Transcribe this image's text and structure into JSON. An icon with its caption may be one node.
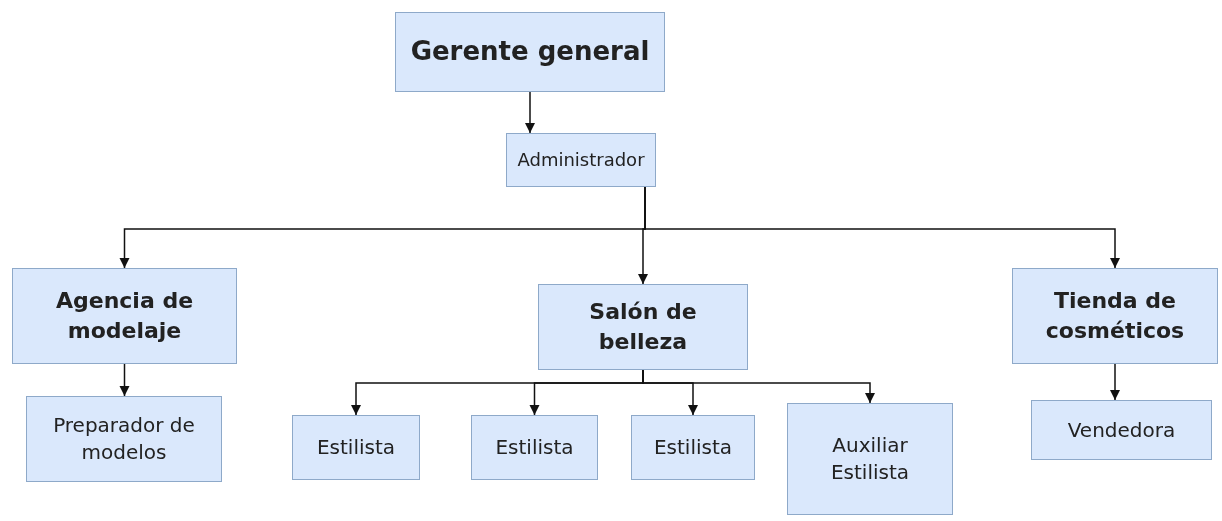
{
  "diagram": {
    "nodes": [
      {
        "text": [
          "Gerente general"
        ]
      },
      {
        "text": [
          "Administrador"
        ]
      },
      {
        "text": [
          "Agencia de modelaje"
        ]
      },
      {
        "text": [
          "Salón de belleza"
        ]
      },
      {
        "text": [
          "Tienda de cosméticos"
        ]
      },
      {
        "text": [
          "Preparador de modelos"
        ]
      },
      {
        "text": [
          "Estilista"
        ]
      },
      {
        "text": [
          "Estilista"
        ]
      },
      {
        "text": [
          "Estilista"
        ]
      },
      {
        "text": [
          "Auxiliar Estilista"
        ]
      },
      {
        "text": [
          "Vendedora"
        ]
      }
    ],
    "edges": [
      {
        "from": 0,
        "to": 1,
        "arrow": "to"
      },
      {
        "from": 1,
        "to": 2,
        "arrow": "to"
      },
      {
        "from": 1,
        "to": 3,
        "arrow": "to"
      },
      {
        "from": 1,
        "to": 4,
        "arrow": "to"
      },
      {
        "from": 2,
        "to": 5,
        "arrow": "to"
      },
      {
        "from": 3,
        "to": 6,
        "arrow": "to"
      },
      {
        "from": 3,
        "to": 7,
        "arrow": "to"
      },
      {
        "from": 3,
        "to": 8,
        "arrow": "to"
      },
      {
        "from": 3,
        "to": 9,
        "arrow": "to"
      },
      {
        "from": 4,
        "to": 10,
        "arrow": "to"
      }
    ]
  }
}
